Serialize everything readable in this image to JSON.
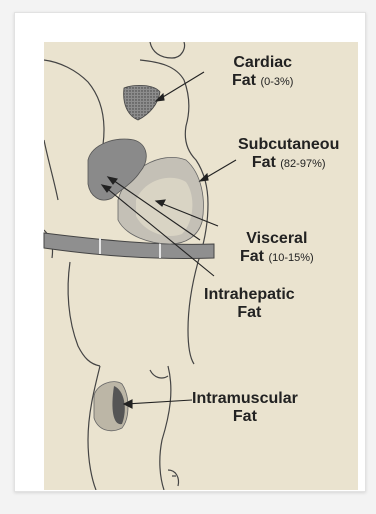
{
  "labels": {
    "cardiac": {
      "name": "Cardiac",
      "word": "Fat",
      "range": "(0-3%)"
    },
    "subcutaneous": {
      "name": "Subcutaneou",
      "word": "Fat",
      "range": "(82-97%)"
    },
    "visceral": {
      "name": "Visceral",
      "word": "Fat",
      "range": "(10-15%)"
    },
    "intrahepatic": {
      "name": "Intrahepatic",
      "word": "Fat"
    },
    "intramuscular": {
      "name": "Intramuscular",
      "word": "Fat"
    }
  }
}
